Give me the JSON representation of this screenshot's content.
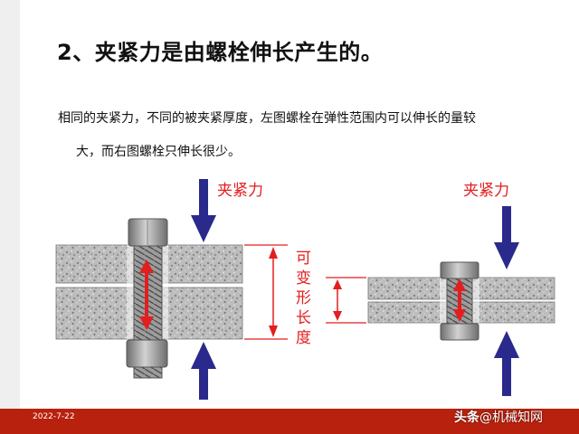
{
  "slide": {
    "title": "2、夹紧力是由螺栓伸长产生的。",
    "paragraph_line1": "相同的夹紧力，不同的被夹紧厚度，左图螺栓在弹性范围内可以伸长的量较",
    "paragraph_line2": "大，而右图螺栓只伸长很少。",
    "date": "2022-7-22"
  },
  "diagram": {
    "left_force_label": "夹紧力",
    "right_force_label": "夹紧力",
    "deformable_length_chars": [
      "可",
      "变",
      "形",
      "长",
      "度"
    ]
  },
  "watermark": {
    "brand": "头条",
    "handle": "@机械知网"
  },
  "colors": {
    "arrow": "#2a2a8c",
    "label_red": "#e41e1e",
    "dimension_red": "#e41e1e",
    "footer": "#b8210d",
    "bolt_gray": "#9a9a9a"
  }
}
